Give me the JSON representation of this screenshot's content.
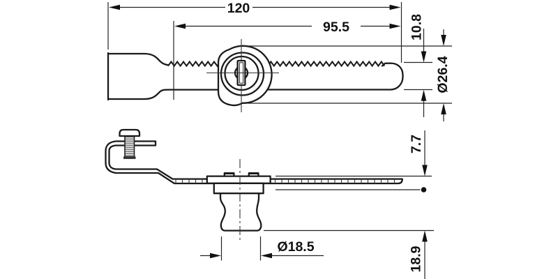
{
  "drawing": {
    "top_view": {
      "overall_length": "120",
      "rack_length": "95.5",
      "rack_height": "10.8",
      "housing_diameter": "Ø26.4"
    },
    "side_view": {
      "height_above_reference": "7.7",
      "knob_diameter": "Ø18.5",
      "height_below_reference": "18.9"
    },
    "colors": {
      "outline": "#1a1a1a",
      "dimension_lines": "#222222",
      "text": "#111111",
      "background": "#ffffff"
    }
  }
}
